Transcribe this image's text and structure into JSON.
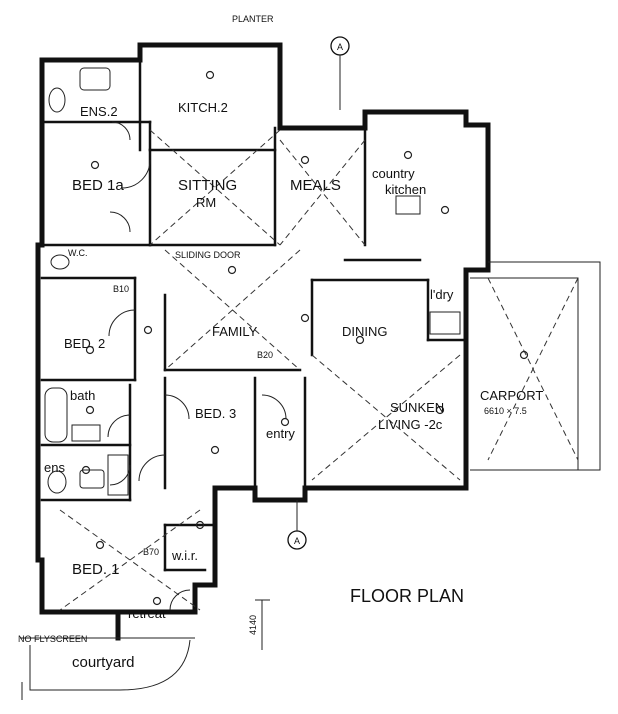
{
  "title": "FLOOR PLAN",
  "section_marker": "A",
  "rooms": {
    "ens2": "ENS.2",
    "kitch2": "KITCH.2",
    "bed1a": "BED 1a",
    "sitting": "SITTING",
    "sitting_rm": "RM",
    "meals": "MEALS",
    "country": "country",
    "kitchen": "kitchen",
    "wc": "W.C.",
    "ldry": "l'dry",
    "bed2": "BED. 2",
    "family": "FAMILY",
    "dining": "DINING",
    "carport": "CARPORT",
    "bath": "bath",
    "bed3": "BED. 3",
    "sunken": "SUNKEN",
    "living": "LIVING -2c",
    "entry": "entry",
    "ens": "ens",
    "bed1": "BED. 1",
    "wir": "w.i.r.",
    "retreat": "retreat",
    "courtyard": "courtyard"
  },
  "notes": {
    "planter": "PLANTER",
    "carport_size": "6610 × 7.5",
    "b10": "B10",
    "b20": "B20",
    "b70": "B70",
    "dim_4140": "4140",
    "sliding_door": "SLIDING DOOR",
    "fly_screen": "NO FLYSCREEN"
  },
  "colors": {
    "ink": "#111111",
    "paper": "#ffffff"
  }
}
